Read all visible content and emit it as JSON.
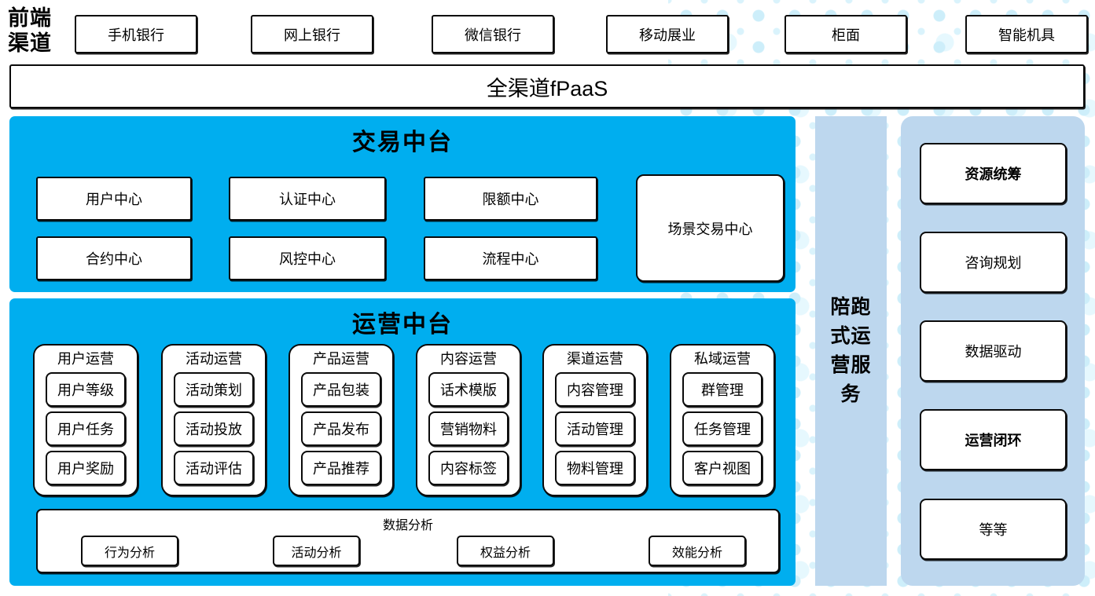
{
  "colors": {
    "primary_blue": "#00AEEF",
    "panel_light_blue": "#BDD7EE",
    "dot_pattern_blue": "#CDEEFA",
    "box_background": "#FFFFFF",
    "box_border": "#000000"
  },
  "front_channels": {
    "label": "前端渠道",
    "items": [
      "手机银行",
      "网上银行",
      "微信银行",
      "移动展业",
      "柜面",
      "智能机具"
    ]
  },
  "fpaas": {
    "label": "全渠道fPaaS"
  },
  "trading_platform": {
    "title": "交易中台",
    "centers": [
      "用户中心",
      "认证中心",
      "限额中心",
      "合约中心",
      "风控中心",
      "流程中心"
    ],
    "scene_center": "场景交易中心"
  },
  "operations_platform": {
    "title": "运营中台",
    "columns": [
      {
        "title": "用户运营",
        "items": [
          "用户等级",
          "用户任务",
          "用户奖励"
        ]
      },
      {
        "title": "活动运营",
        "items": [
          "活动策划",
          "活动投放",
          "活动评估"
        ]
      },
      {
        "title": "产品运营",
        "items": [
          "产品包装",
          "产品发布",
          "产品推荐"
        ]
      },
      {
        "title": "内容运营",
        "items": [
          "话术模版",
          "营销物料",
          "内容标签"
        ]
      },
      {
        "title": "渠道运营",
        "items": [
          "内容管理",
          "活动管理",
          "物料管理"
        ]
      },
      {
        "title": "私域运营",
        "items": [
          "群管理",
          "任务管理",
          "客户视图"
        ]
      }
    ],
    "analysis": {
      "title": "数据分析",
      "items": [
        "行为分析",
        "活动分析",
        "权益分析",
        "效能分析"
      ]
    }
  },
  "side_service": {
    "label": "陪跑式运营服务"
  },
  "service_panel": {
    "items": [
      {
        "label": "资源统筹"
      },
      {
        "label": "咨询规划"
      },
      {
        "label": "数据驱动"
      },
      {
        "label": "运营闭环"
      },
      {
        "label": "等等"
      }
    ]
  }
}
